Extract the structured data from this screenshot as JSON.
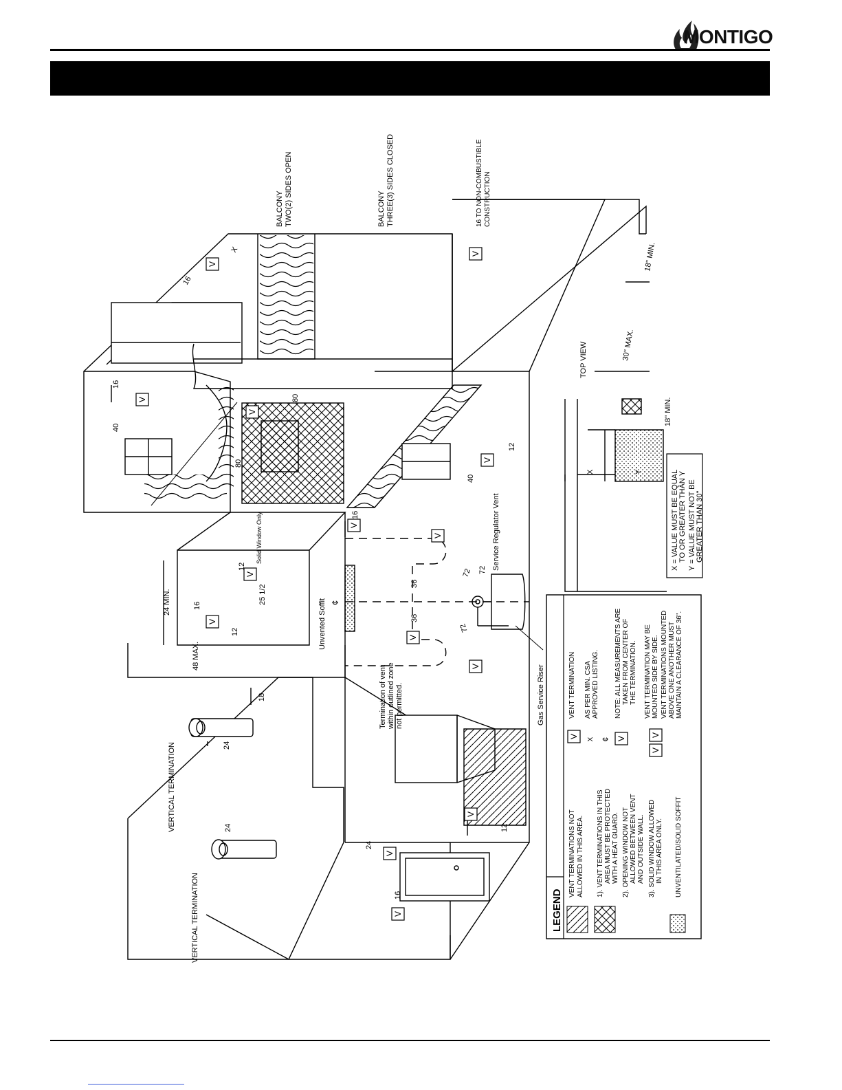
{
  "header": {
    "logo_text": "MONTIGO",
    "banner_text": ""
  },
  "labels": {
    "vertical_termination_1": "VERTICAL TERMINATION",
    "vertical_termination_2": "VERTICAL TERMINATION",
    "balcony_open_1": "BALCONY",
    "balcony_open_2": "TWO(2) SIDES OPEN",
    "balcony_closed_1": "BALCONY",
    "balcony_closed_2": "THREE(3) SIDES CLOSED",
    "noncomb_1": "16 TO NON-COMBUSTIBLE",
    "noncomb_2": "CONSTRUCTION",
    "top_view": "TOP VIEW",
    "unvented_soffit": "Unvented Soffit",
    "solid_window_only": "Solid Window Only",
    "service_regulator_vent": "Service Regulator Vent",
    "gas_service_riser": "Gas Service Riser",
    "termination_note_1": "Termination of vent",
    "termination_note_2": "within outlined zone",
    "termination_note_3": "not permitted.",
    "center_symbol": "¢",
    "vent_symbol": "V",
    "x_symbol": "X",
    "y_symbol": "Y"
  },
  "dimensions": {
    "d24_min": "24 MIN.",
    "d48_max": "48 MAX.",
    "d16_a": "16",
    "d12_a": "12",
    "d12_b": "12",
    "d25_half": "25 1/2",
    "d36_a": "36",
    "d36_b": "36",
    "d72_a": "72",
    "d72_b": "72",
    "d72_c": "72",
    "d16_b": "16",
    "d40_a": "40",
    "d12_c": "12",
    "d80_a": "80",
    "d80_b": "80",
    "d40_b": "40",
    "d16_c": "16",
    "d16_d": "16",
    "d18_a": "18",
    "d24_a": "24",
    "d24_b": "24",
    "d24_c": "24",
    "d12_d": "12",
    "d16_e": "16",
    "d30_max": "30\" MAX.",
    "d18_min_a": "18\" MIN.",
    "d18_min_b": "18\" MIN."
  },
  "xy_note": {
    "line1": "X = VALUE MUST BE EQUAL",
    "line2": "TO OR GREATER THAN Y",
    "line3": "Y = VALUE MUST NOT BE",
    "line4": "GREATER THAN 30\""
  },
  "legend": {
    "title": "LEGEND",
    "hatch_1": "VENT TERMINATIONS NOT",
    "hatch_2": "ALLOWED IN THIS AREA.",
    "cross_1": "1). VENT TERMINATIONS IN THIS",
    "cross_2": "AREA MUST BE PROTECTED",
    "cross_3": "WITH A HEAT GUARD.",
    "cross_4": "2). OPENING WINDOW NOT",
    "cross_5": "ALLOWED BETWEEN VENT",
    "cross_6": "AND OUTSIDE WALL.",
    "cross_7": "3). SOLID WINDOW ALLOWED",
    "cross_8": "IN THIS AREA ONLY.",
    "dots_1": "UNVENTILATED/SOLID SOFFIT",
    "vent_1": "VENT TERMINATION",
    "x_1": "AS PER MIN. CSA",
    "x_2": "APPROVED LISTING.",
    "note_1": "NOTE: ALL MEASUREMENTS ARE",
    "note_2": "TAKEN FROM CENTER OF",
    "note_3": "THE TERMINATION.",
    "side_1": "VENT TERMINATION MAY BE",
    "side_2": "MOUNTED SIDE BY SIDE.",
    "side_3": "VENT TERMINATIONS MOUNTED",
    "side_4": "ABOVE ONE ANOTHER MUST",
    "side_5": "MAINTAIN A CLEARANCE OF 36\"."
  }
}
